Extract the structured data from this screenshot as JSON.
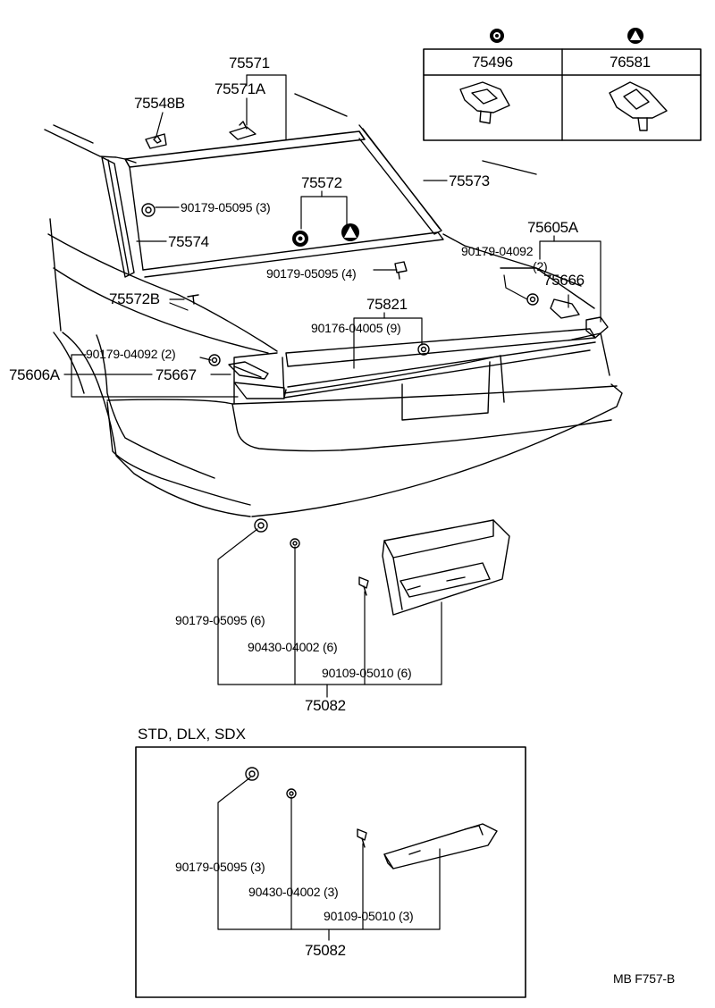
{
  "legend_table": {
    "columns": [
      {
        "symbol": "filled-circle",
        "part": "75496"
      },
      {
        "symbol": "triangle",
        "part": "76581"
      }
    ]
  },
  "callouts": {
    "p75571": "75571",
    "p75571A": "75571A",
    "p75548B": "75548B",
    "p75572": "75572",
    "p75573": "75573",
    "bolt_9017905095_3": "90179-05095 (3)",
    "p75574": "75574",
    "p75605A": "75605A",
    "bolt_9017904092_top": "90179-04092",
    "qty_2_top": "(2)",
    "p75666": "75666",
    "bolt_9017905095_4": "90179-05095 (4)",
    "p75572B": "75572B",
    "p75821": "75821",
    "bolt_9017604005_9": "90176-04005 (9)",
    "bolt_9017904092_2": "90179-04092 (2)",
    "p75606A": "75606A",
    "p75667": "75667"
  },
  "garnish_upper": {
    "bolt_a": "90179-05095 (6)",
    "bolt_b": "90430-04002 (6)",
    "bolt_c": "90109-05010 (6)",
    "assembly": "75082"
  },
  "garnish_lower": {
    "heading": "STD, DLX, SDX",
    "bolt_a": "90179-05095 (3)",
    "bolt_b": "90430-04002 (3)",
    "bolt_c": "90109-05010 (3)",
    "assembly": "75082"
  },
  "footer": {
    "code": "MB  F757-B"
  },
  "colors": {
    "ink": "#000000",
    "paper": "#ffffff"
  }
}
